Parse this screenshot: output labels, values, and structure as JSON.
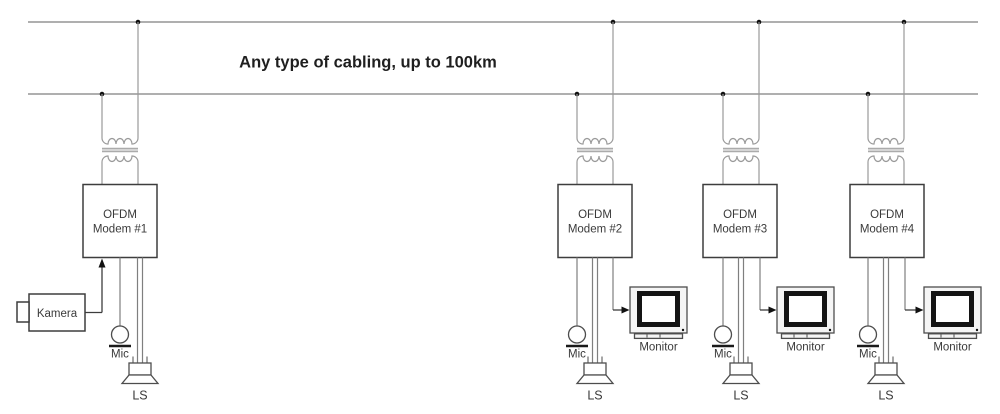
{
  "caption": "Any type of cabling, up to 100km",
  "modems": [
    {
      "title_line1": "OFDM",
      "title_line2": "Modem #1"
    },
    {
      "title_line1": "OFDM",
      "title_line2": "Modem #2"
    },
    {
      "title_line1": "OFDM",
      "title_line2": "Modem #3"
    },
    {
      "title_line1": "OFDM",
      "title_line2": "Modem #4"
    }
  ],
  "device_labels": {
    "camera": "Kamera",
    "microphone": "Mic",
    "loudspeaker": "LS",
    "monitor": "Monitor"
  },
  "colors": {
    "background": "#ffffff",
    "wire": "#7f7f7f",
    "coil": "#9a9a9a",
    "outline": "#3d3d3d",
    "label_text": "#3a3a3a",
    "caption_text": "#1f1f1f",
    "screen_bezel": "#141414",
    "junction_dot": "#111111"
  }
}
